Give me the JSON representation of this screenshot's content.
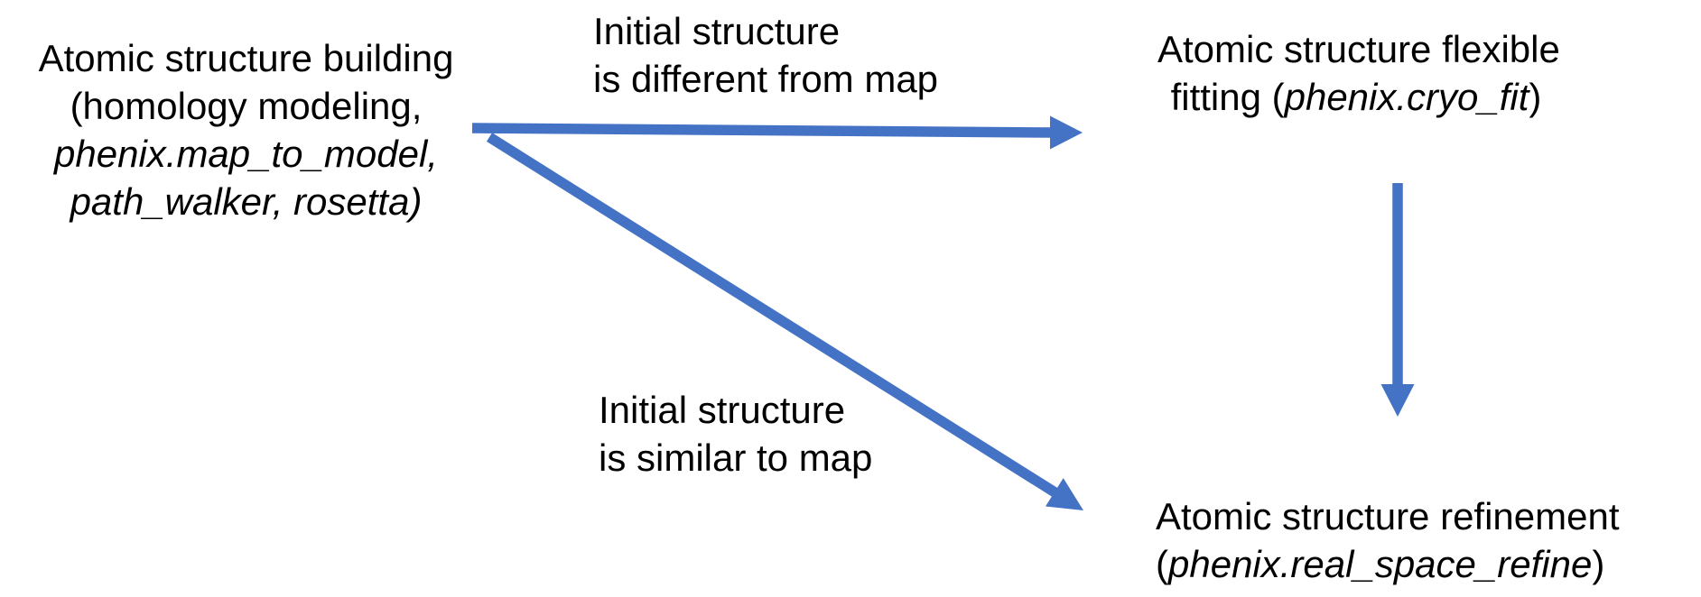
{
  "diagram": {
    "background_color": "#FFFFFF",
    "text_color": "#000000",
    "arrow_color": "#4472C4",
    "nodes": {
      "building": {
        "line1": "Atomic structure building",
        "line2": "(homology modeling,",
        "line3": "phenix.map_to_model,",
        "line4": "path_walker, rosetta)"
      },
      "fitting": {
        "line1": "Atomic structure flexible",
        "line2_prefix": "fitting (",
        "line2_italic": "phenix.cryo_fit",
        "line2_suffix": ")"
      },
      "refinement": {
        "line1": "Atomic structure refinement",
        "line2_prefix": "(",
        "line2_italic": "phenix.real_space_refine",
        "line2_suffix": ")"
      }
    },
    "edge_labels": {
      "different": {
        "line1": "Initial structure",
        "line2": "is different from map"
      },
      "similar": {
        "line1": "Initial structure",
        "line2": "is similar to map"
      }
    },
    "arrows": [
      {
        "name": "building-to-fitting",
        "label": "Initial structure is different from map"
      },
      {
        "name": "building-to-refinement",
        "label": "Initial structure is similar to map"
      },
      {
        "name": "fitting-to-refinement",
        "label": ""
      }
    ]
  }
}
